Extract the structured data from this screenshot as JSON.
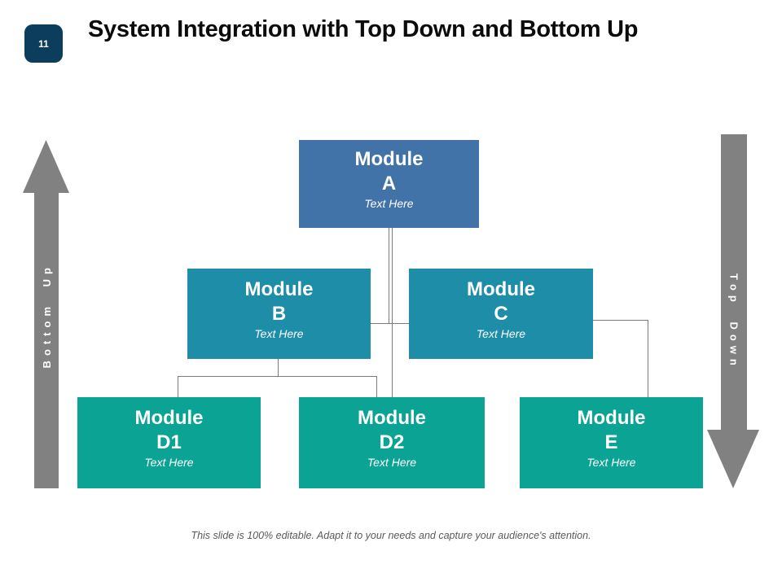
{
  "slide": {
    "number": "11",
    "title": "System Integration with Top Down and Bottom Up",
    "footer": "This slide is 100% editable. Adapt it to your needs and capture your audience's attention."
  },
  "arrows": {
    "left_label": "Bottom Up",
    "right_label": "Top Down"
  },
  "modules": [
    {
      "id": "A",
      "title": "Module",
      "letter": "A",
      "subtitle": "Text Here",
      "color": "#4173a8"
    },
    {
      "id": "B",
      "title": "Module",
      "letter": "B",
      "subtitle": "Text Here",
      "color": "#1d8da8"
    },
    {
      "id": "C",
      "title": "Module",
      "letter": "C",
      "subtitle": "Text Here",
      "color": "#1d8da8"
    },
    {
      "id": "D1",
      "title": "Module",
      "letter": "D1",
      "subtitle": "Text Here",
      "color": "#0ba394"
    },
    {
      "id": "D2",
      "title": "Module",
      "letter": "D2",
      "subtitle": "Text Here",
      "color": "#0ba394"
    },
    {
      "id": "E",
      "title": "Module",
      "letter": "E",
      "subtitle": "Text Here",
      "color": "#0ba394"
    }
  ],
  "colors": {
    "badge": "#0d3d5c",
    "module_top": "#4173a8",
    "module_mid": "#1d8da8",
    "module_bottom": "#0ba394",
    "arrow": "#818181",
    "connector": "#7a7a7a",
    "title_text": "#0b0b0b",
    "footer_text": "#595959"
  }
}
